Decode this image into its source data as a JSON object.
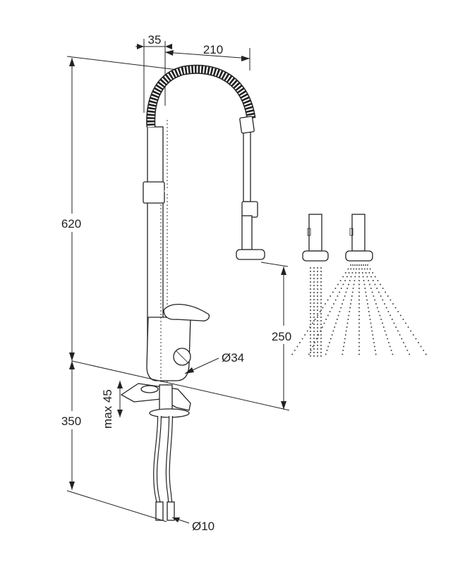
{
  "dimensions": {
    "spout_offset": "35",
    "spout_reach": "210",
    "total_height": "620",
    "outlet_height": "250",
    "base_diameter": "Ø34",
    "max_counter_thickness": "max 45",
    "hose_length": "350",
    "hose_diameter": "Ø10"
  },
  "colors": {
    "line": "#222222",
    "background": "#ffffff"
  }
}
